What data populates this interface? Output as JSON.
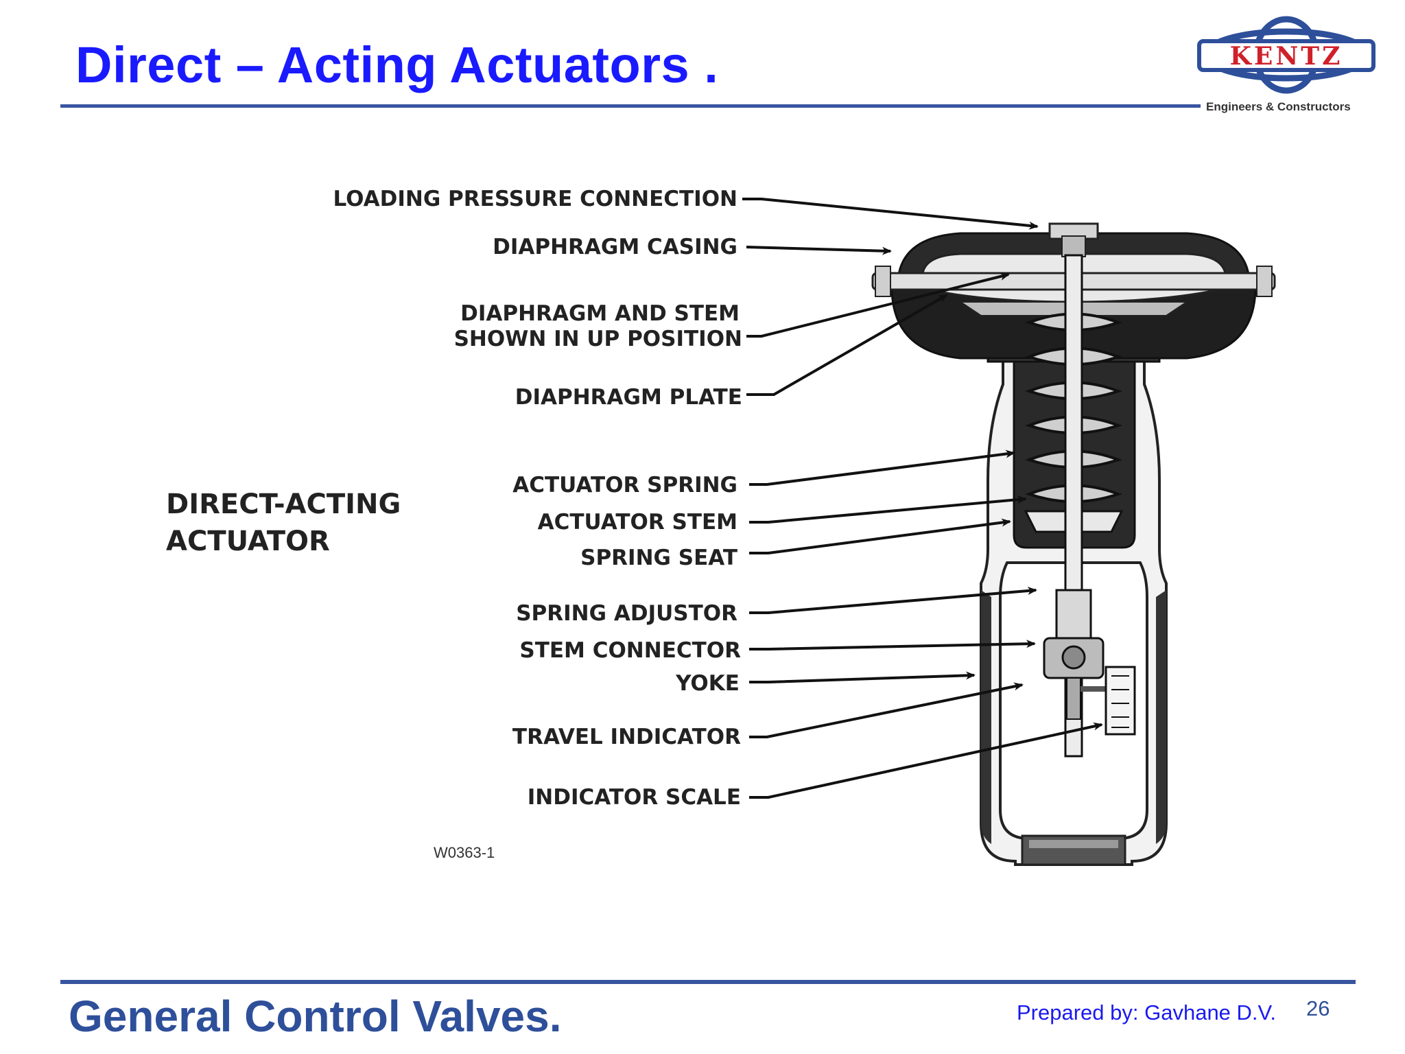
{
  "slide": {
    "title": "Direct – Acting Actuators .",
    "footer_title": "General Control Valves.",
    "prepared_by": "Prepared by: Gavhane D.V.",
    "page_number": "26"
  },
  "logo": {
    "wordmark": "KENTZ",
    "tagline": "Engineers & Constructors",
    "colors": {
      "ring": "#2e4f9a",
      "text": "#d0202a"
    }
  },
  "diagram": {
    "side_label_line1": "DIRECT-ACTING",
    "side_label_line2": "ACTUATOR",
    "drawing_code": "W0363-1",
    "callouts": {
      "loading_pressure_connection": "LOADING PRESSURE CONNECTION",
      "diaphragm_casing": "DIAPHRAGM CASING",
      "diaphragm_stem_line1": "DIAPHRAGM AND STEM",
      "diaphragm_stem_line2": "SHOWN IN UP POSITION",
      "diaphragm_plate": "DIAPHRAGM PLATE",
      "actuator_spring": "ACTUATOR SPRING",
      "actuator_stem": "ACTUATOR STEM",
      "spring_seat": "SPRING SEAT",
      "spring_adjustor": "SPRING ADJUSTOR",
      "stem_connector": "STEM CONNECTOR",
      "yoke": "YOKE",
      "travel_indicator": "TRAVEL INDICATOR",
      "indicator_scale": "INDICATOR SCALE"
    }
  },
  "colors": {
    "title": "#1a1aff",
    "rule": "#3855a0",
    "footer": "#2e4f9a"
  }
}
